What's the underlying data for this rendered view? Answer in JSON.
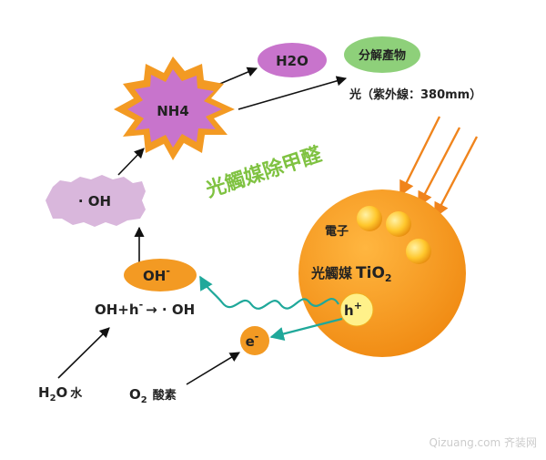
{
  "title": "光觸媒除甲醛",
  "nodes": {
    "h2o": "H2O",
    "products": "分解產物",
    "nh4": "NH4",
    "oh_radical": "· OH",
    "oh_ion": "OH",
    "oh_ion_sup": "-",
    "electron": "e",
    "electron_sup": "-",
    "hole": "h",
    "hole_sup": "+",
    "catalyst_prefix": "光觸媒",
    "catalyst_formula": "TiO",
    "catalyst_sub": "2",
    "electrons_label": "電子"
  },
  "labels": {
    "light": "光（紫外線：380mm）",
    "reaction_a": "OH+h",
    "reaction_sup": "-",
    "reaction_b": "→ · OH",
    "water_formula": "H",
    "water_sub": "2",
    "water_rest": "O",
    "water_word": "水",
    "oxygen_formula": "O",
    "oxygen_sub": "2",
    "oxygen_word": "酸素"
  },
  "watermark": "Qizuang.com 齐装网",
  "colors": {
    "purple": "#c874cc",
    "orange_burst": "#f39a23",
    "lavender": "#d9b7dc",
    "green_ellipse": "#8ed07a",
    "orange": "#f39a23",
    "teal": "#1fa89a",
    "title_green": "#7fc241",
    "sphere": "#f39c1e"
  }
}
